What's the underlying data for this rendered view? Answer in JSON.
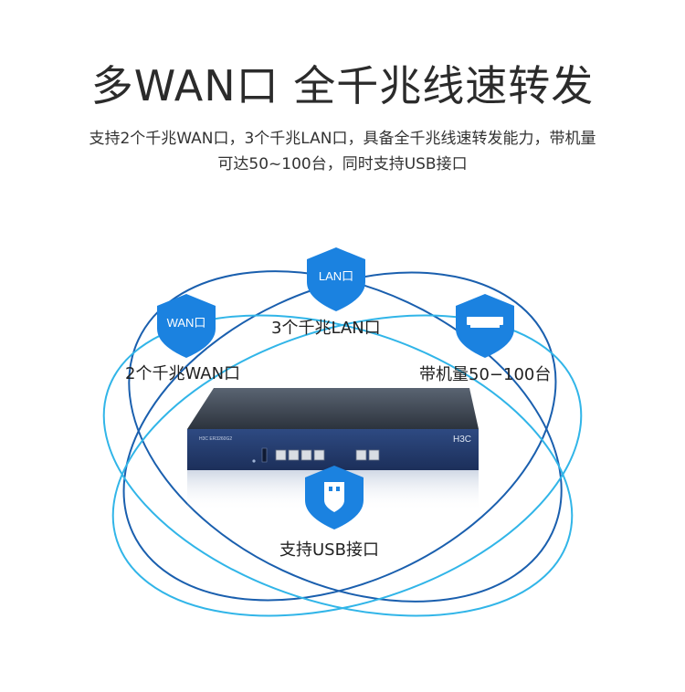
{
  "headline": "多WAN口 全千兆线速转发",
  "description": {
    "line1": "支持2个千兆WAN口，3个千兆LAN口，具备全千兆线速转发能力，带机量",
    "line2": "可达50~100台，同时支持USB接口"
  },
  "badges": {
    "wan": "WAN口",
    "lan": "LAN口"
  },
  "features": {
    "wan": "2个千兆WAN口",
    "lan": "3个千兆LAN口",
    "capacity": "带机量50−100台",
    "usb": "支持USB接口"
  },
  "device": {
    "brand": "H3C",
    "model": "H3C ER3260G2"
  },
  "colors": {
    "dark_ring": "#1a5fae",
    "light_ring": "#31b5e8",
    "badge": "#1b82e0",
    "device_front": "#243a6b"
  },
  "icons": {
    "wan": "shield-badge-icon",
    "lan": "shield-badge-icon",
    "capacity": "router-shield-icon",
    "usb": "usb-shield-icon"
  }
}
